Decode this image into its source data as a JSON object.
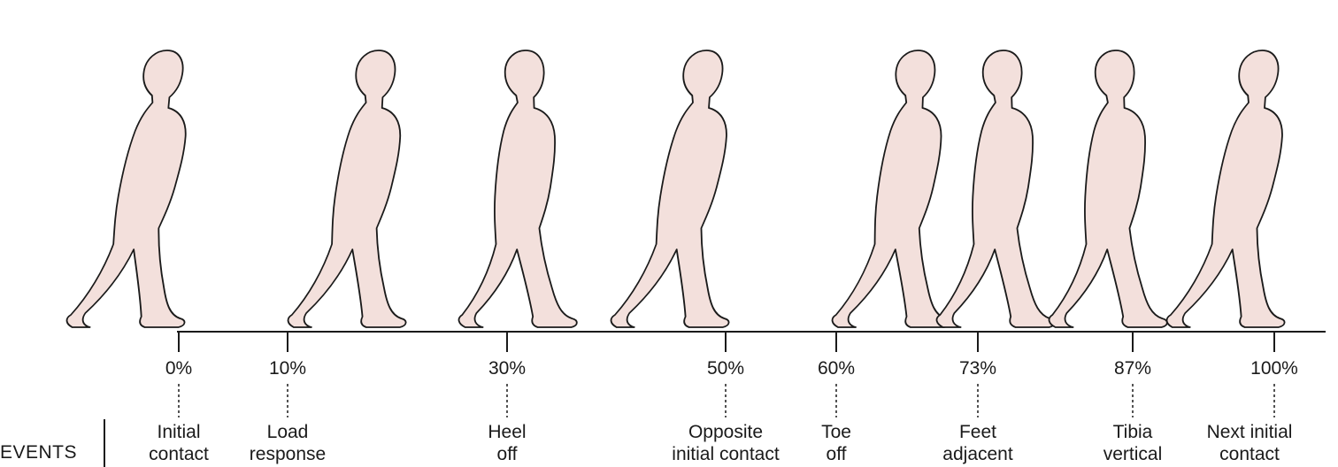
{
  "events_label": "EVENTS",
  "colors": {
    "skin_fill": "#f3e0dc",
    "outline": "#1a1a1a",
    "axis": "#1a1a1a"
  },
  "events": [
    {
      "percent": "0%",
      "line1": "Initial",
      "line2": "contact"
    },
    {
      "percent": "10%",
      "line1": "Load",
      "line2": "response"
    },
    {
      "percent": "30%",
      "line1": "Heel",
      "line2": "off"
    },
    {
      "percent": "50%",
      "line1": "Opposite",
      "line2": "initial contact"
    },
    {
      "percent": "60%",
      "line1": "Toe",
      "line2": "off"
    },
    {
      "percent": "73%",
      "line1": "Feet",
      "line2": "adjacent"
    },
    {
      "percent": "87%",
      "line1": "Tibia",
      "line2": "vertical"
    },
    {
      "percent": "100%",
      "line1": "Next initial",
      "line2": "contact"
    }
  ]
}
